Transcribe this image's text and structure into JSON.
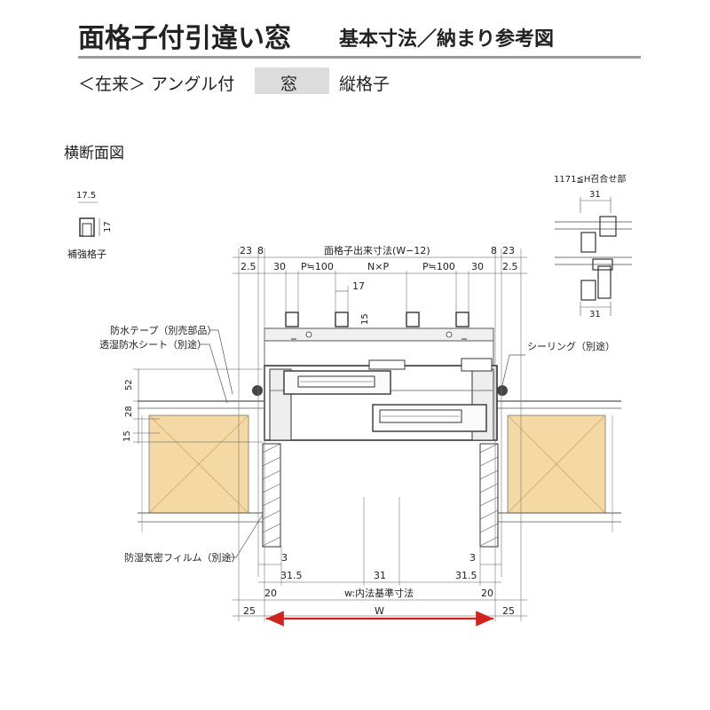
{
  "header": {
    "title": "面格子付引違い窓",
    "subtitle": "基本寸法／納まり参考図"
  },
  "spec": {
    "category": "＜在来＞ アングル付",
    "type": "窓",
    "grille": "縦格子"
  },
  "section_title": "横断面図",
  "reinforcement": {
    "label": "補強格子",
    "width": "17.5",
    "height": "17"
  },
  "meeting_detail": {
    "label": "1171≦H召合せ部",
    "top_dim": "31",
    "bottom_dim": "31"
  },
  "dimensions": {
    "top_left_23": "23",
    "top_left_8": "8",
    "grille_overall": "面格子出来寸法(W−12)",
    "top_right_8": "8",
    "top_right_23": "23",
    "left_2_5": "2.5",
    "left_30": "30",
    "pitch_left": "P≒100",
    "middle": "N×P",
    "pitch_right": "P≒100",
    "right_30": "30",
    "right_2_5": "2.5",
    "bar_17": "17",
    "bar_15": "15",
    "v_52": "52",
    "v_28": "28",
    "v_15": "15",
    "b_3_left": "3",
    "b_31_5_left": "31.5",
    "b_31_center": "31",
    "b_3_right": "3",
    "b_31_5_right": "31.5",
    "b_20_left": "20",
    "inner_standard": "w:内法基準寸法",
    "b_20_right": "20",
    "b_25_left": "25",
    "w_total": "W",
    "b_25_right": "25"
  },
  "callouts": {
    "waterproof_tape": "防水テープ（別売部品）",
    "breathable_sheet": "透湿防水シート（別途）",
    "sealing": "シーリング（別途）",
    "vapor_film": "防湿気密フィルム（別途）"
  },
  "colors": {
    "wood": "#f5d9a4",
    "arrow": "#d0231f",
    "frame": "#333333",
    "rule": "#9a9a9a"
  }
}
